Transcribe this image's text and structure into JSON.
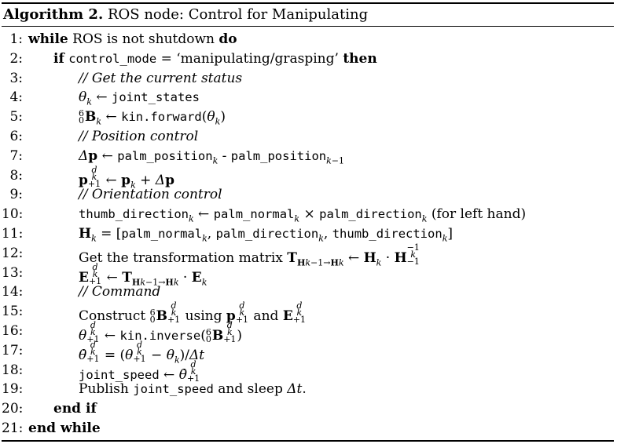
{
  "header": {
    "label": "Algorithm 2.",
    "title": "ROS node: Control for Manipulating"
  },
  "lines": [
    {
      "n": "1:",
      "indent": 0,
      "text": "while ROS is not shutdown do"
    },
    {
      "n": "2:",
      "indent": 1,
      "text": "if control_mode = ‘manipulating/grasping’ then"
    },
    {
      "n": "3:",
      "indent": 2,
      "text": "// Get the current status"
    },
    {
      "n": "4:",
      "indent": 2,
      "text": "θk ← joint_states"
    },
    {
      "n": "5:",
      "indent": 2,
      "text": "⁶₀Bk ← kin.forward(θk)"
    },
    {
      "n": "6:",
      "indent": 2,
      "text": "// Position control"
    },
    {
      "n": "7:",
      "indent": 2,
      "text": "Δp ← palm_positionk - palm_positionk−1"
    },
    {
      "n": "8:",
      "indent": 2,
      "text": "p^d_k+1 ← pk + Δp"
    },
    {
      "n": "9:",
      "indent": 2,
      "text": "// Orientation control"
    },
    {
      "n": "10:",
      "indent": 2,
      "text": "thumb_directionk ← palm_normalk × palm_directionk (for left hand)"
    },
    {
      "n": "11:",
      "indent": 2,
      "text": "Hk = [palm_normalk, palm_directionk, thumb_directionk]"
    },
    {
      "n": "12:",
      "indent": 2,
      "text": "Get the transformation matrix T_Hk−1→Hk ← Hk · H^−1_k−1"
    },
    {
      "n": "13:",
      "indent": 2,
      "text": "E^d_k+1 ← T_Hk−1→Hk · Ek"
    },
    {
      "n": "14:",
      "indent": 2,
      "text": "// Command"
    },
    {
      "n": "15:",
      "indent": 2,
      "text": "Construct ⁶₀B^d_k+1 using p^d_k+1 and E^d_k+1"
    },
    {
      "n": "16:",
      "indent": 2,
      "text": "θ^d_k+1 ← kin.inverse(⁶₀B^d_k+1)"
    },
    {
      "n": "17:",
      "indent": 2,
      "text": "θ̇^d_k+1 = (θ^d_k+1 − θk)/Δt"
    },
    {
      "n": "18:",
      "indent": 2,
      "text": "joint_speed ← θ̇^d_k+1"
    },
    {
      "n": "19:",
      "indent": 2,
      "text": "Publish joint_speed and sleep Δt."
    },
    {
      "n": "20:",
      "indent": 1,
      "text": "end if"
    },
    {
      "n": "21:",
      "indent": 0,
      "text": "end while"
    }
  ]
}
